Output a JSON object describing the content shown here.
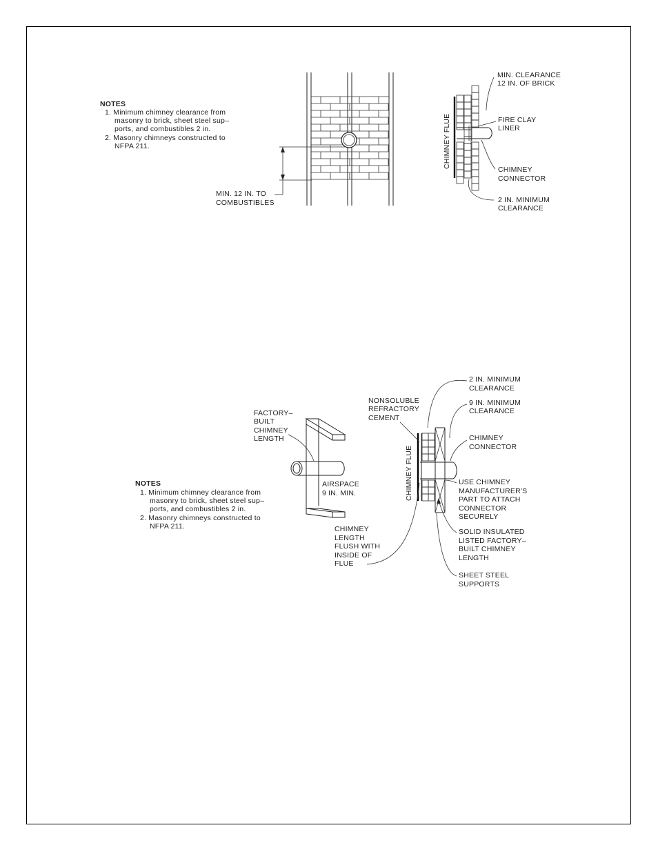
{
  "figure1": {
    "notes": {
      "heading": "NOTES",
      "lines": [
        "1. Minimum chimney clearance from",
        "masonry to brick, sheet steel sup–",
        "ports, and combustibles 2 in.",
        "2. Masonry chimneys constructed to",
        "NFPA 211."
      ]
    },
    "dimension_label": [
      "MIN. 12 IN. TO",
      "COMBUSTIBLES"
    ],
    "side_view": {
      "flue_label": "CHIMNEY FLUE",
      "callouts": {
        "min_clearance": [
          "MIN. CLEARANCE",
          "12 IN. OF BRICK"
        ],
        "fire_clay": [
          "FIRE CLAY",
          "LINER"
        ],
        "connector": [
          "CHIMNEY",
          "CONNECTOR"
        ],
        "two_inch": [
          "2 IN. MINIMUM",
          "CLEARANCE"
        ]
      }
    }
  },
  "figure2": {
    "notes": {
      "heading": "NOTES",
      "lines": [
        "1. Minimum chimney clearance from",
        "masonry to brick, sheet steel sup–",
        "ports, and combustibles 2 in.",
        "2. Masonry chimneys constructed to",
        "NFPA 211."
      ]
    },
    "factory_built": [
      "FACTORY–",
      "BUILT",
      "CHIMNEY",
      "LENGTH"
    ],
    "airspace": [
      "AIRSPACE",
      "9 IN. MIN."
    ],
    "flue_label": "CHIMNEY FLUE",
    "callouts": {
      "nonsoluble": [
        "NONSOLUBLE",
        "REFRACTORY",
        "CEMENT"
      ],
      "two_inch": [
        "2 IN. MINIMUM",
        "CLEARANCE"
      ],
      "nine_inch": [
        "9 IN. MINIMUM",
        "CLEARANCE"
      ],
      "connector": [
        "CHIMNEY",
        "CONNECTOR"
      ],
      "use_part": [
        "USE CHIMNEY",
        "MANUFACTURER'S",
        "PART TO ATTACH",
        "CONNECTOR",
        "SECURELY"
      ],
      "solid_insulated": [
        "SOLID INSULATED",
        "LISTED FACTORY–",
        "BUILT CHIMNEY",
        "LENGTH"
      ],
      "sheet_steel": [
        "SHEET STEEL",
        "SUPPORTS"
      ],
      "flush": [
        "CHIMNEY",
        "LENGTH",
        "FLUSH WITH",
        "INSIDE OF",
        "FLUE"
      ]
    }
  }
}
